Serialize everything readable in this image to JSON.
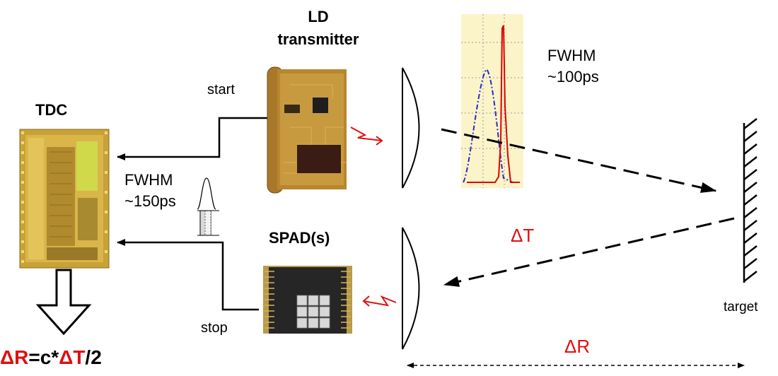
{
  "labels": {
    "ld_line1": "LD",
    "ld_line2": "transmitter",
    "tdc": "TDC",
    "spad": "SPAD(s)",
    "start": "start",
    "stop": "stop",
    "fwhm_tx": "FWHM",
    "fwhm_tx_value": "~150ps",
    "fwhm_spad": "FWHM",
    "fwhm_spad_value": "~100ps",
    "delta_t": "ΔT",
    "delta_r": "ΔR",
    "target": "target",
    "equation_dr": "ΔR",
    "equation_eq": "=c*",
    "equation_dt": "ΔT",
    "equation_div": "/2"
  },
  "colors": {
    "accent_red": "#e01010",
    "chip_gold": "#c9a236",
    "laser_gold": "#b8862e",
    "pulse_plot_bg": "#fbf4c9",
    "pulse_red": "#e00000",
    "pulse_blue": "#2a2ac8",
    "spad_dark": "#262626"
  }
}
